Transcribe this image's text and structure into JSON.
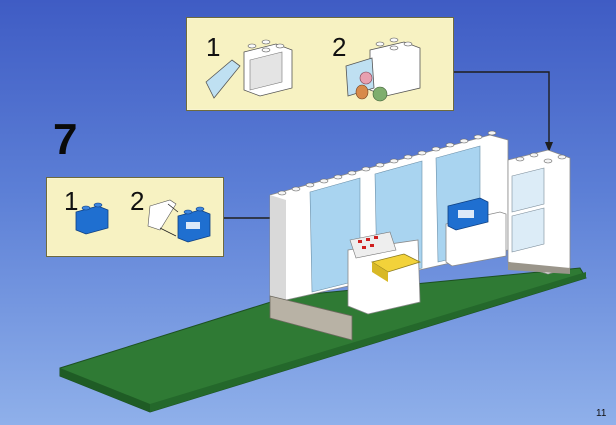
{
  "step": {
    "number": "7"
  },
  "callout_top": {
    "substeps": [
      "1",
      "2"
    ]
  },
  "callout_left": {
    "substeps": [
      "1",
      "2"
    ]
  },
  "page": {
    "number": "11"
  },
  "colors": {
    "background_top": "#3f5cc4",
    "background_bottom": "#8fb0ea",
    "callout_fill": "#f7f2c2",
    "baseplate": "#2f7a34",
    "wall": "#ffffff",
    "window": "#a9d4f0",
    "brick_blue": "#1f6fd0",
    "tile_yellow": "#f2d23a",
    "arrow": "#222222"
  },
  "icons": [
    "open-cabinet-icon",
    "closed-cabinet-with-cups-icon",
    "blue-brick-icon",
    "blue-brick-with-sticker-icon"
  ]
}
